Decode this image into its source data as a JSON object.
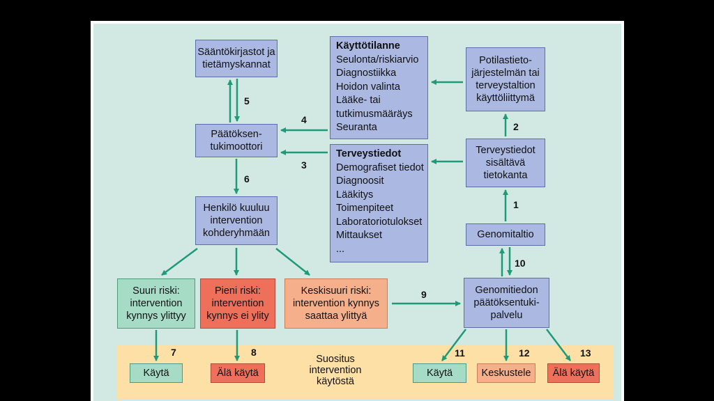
{
  "boxes": {
    "rule_libraries": "Sääntökirjastot ja tietämyskannat",
    "decision_engine": "Päätöksen-tukimoottori",
    "target_group": "Henkilö kuuluu intervention kohderyhmään",
    "high_risk": "Suuri riski: intervention kynnys ylittyy",
    "low_risk": "Pieni riski: intervention kynnys ei ylity",
    "medium_risk": "Keskisuuri riski: intervention kynnys saattaa ylittyä",
    "patient_system": "Potilastieto-järjestelmän tai terveystaltion käyttöliittymä",
    "health_database": "Terveystiedot sisältävä tietokanta",
    "genome_store": "Genomitaltio",
    "genome_service": "Genomitiedon päätöksentuki-palvelu",
    "use_left": "Käytä",
    "dont_use_left": "Älä käytä",
    "use_right": "Käytä",
    "discuss": "Keskustele",
    "dont_use_right": "Älä käytä",
    "recommendation": "Suositus intervention käytöstä"
  },
  "situation": {
    "heading": "Käyttötilanne",
    "items": [
      "Seulonta/riskiarvio",
      "Diagnostiikka",
      "Hoidon valinta",
      "Lääke- tai",
      "tutkimusmääräys",
      "Seuranta"
    ]
  },
  "health_data": {
    "heading": "Terveystiedot",
    "items": [
      "Demografiset tiedot",
      "Diagnoosit",
      "Lääkitys",
      "Toimenpiteet",
      "Laboratoriotulokset",
      "Mittaukset",
      "..."
    ]
  },
  "arrow_labels": {
    "a1": "1",
    "a2": "2",
    "a3": "3",
    "a4": "4",
    "a5": "5",
    "a6": "6",
    "a7": "7",
    "a8": "8",
    "a9": "9",
    "a10": "10",
    "a11": "11",
    "a12": "12",
    "a13": "13"
  },
  "colors": {
    "arrow": "#1e9a78",
    "blue_box": "#aab8e2",
    "green_box": "#a6dcc6",
    "red_box": "#ee6f5a",
    "orange_box": "#f5b08b",
    "band": "#fde0a6",
    "background": "#d2e9e3"
  }
}
